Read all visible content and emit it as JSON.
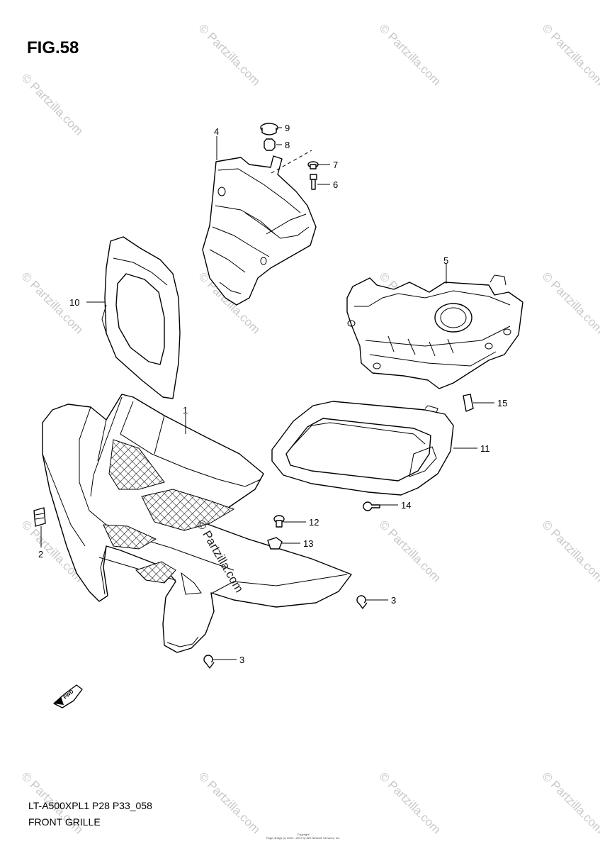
{
  "title": "FIG.58",
  "footer": {
    "model_code": "LT-A500XPL1 P28 P33_058",
    "section_name": "FRONT GRILLE",
    "copyright": "Copyright\nPage design (c) 2004 - 2017 by ARI Network Services, Inc."
  },
  "watermark": "© Partzilla.com",
  "callouts": [
    "1",
    "2",
    "3",
    "3",
    "4",
    "5",
    "6",
    "7",
    "8",
    "9",
    "10",
    "11",
    "12",
    "13",
    "14",
    "15"
  ],
  "fwd_label": "FWD"
}
